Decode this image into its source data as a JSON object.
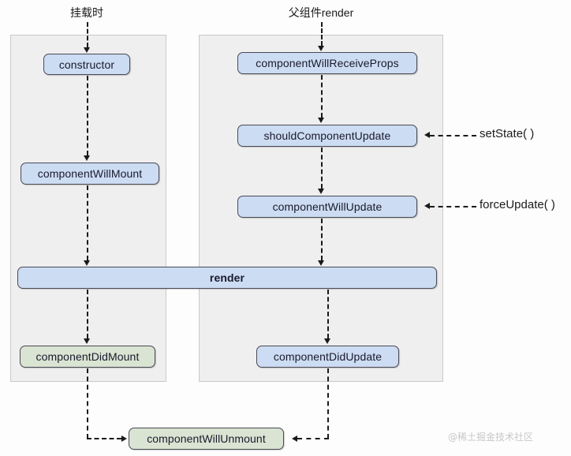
{
  "diagram": {
    "title_mount_phase": "挂载时",
    "title_update_phase": "父组件render",
    "watermark": "@稀土掘金技术社区",
    "colors": {
      "node_blue": "#ccdcf2",
      "node_green": "#d9e4d2",
      "panel_bg": "#efefef",
      "node_border": "#4a4a55",
      "connector": "#1a1a1a",
      "canvas_bg": "#fdfdfd"
    }
  },
  "mount_phase": {
    "caption": "挂载时",
    "nodes": [
      {
        "id": "constructor",
        "label": "constructor",
        "fill": "blue"
      },
      {
        "id": "componentWillMount",
        "label": "componentWillMount",
        "fill": "blue"
      },
      {
        "id": "render",
        "label": "render",
        "fill": "blue"
      },
      {
        "id": "componentDidMount",
        "label": "componentDidMount",
        "fill": "green"
      }
    ]
  },
  "update_phase": {
    "caption": "父组件render",
    "nodes": [
      {
        "id": "componentWillReceiveProps",
        "label": "componentWillReceiveProps",
        "fill": "blue"
      },
      {
        "id": "shouldComponentUpdate",
        "label": "shouldComponentUpdate",
        "fill": "blue"
      },
      {
        "id": "componentWillUpdate",
        "label": "componentWillUpdate",
        "fill": "blue"
      },
      {
        "id": "render",
        "label": "render",
        "fill": "blue"
      },
      {
        "id": "componentDidUpdate",
        "label": "componentDidUpdate",
        "fill": "blue"
      }
    ]
  },
  "shared": {
    "render_label": "render",
    "unmount_label": "componentWillUnmount"
  },
  "triggers": [
    {
      "id": "setState",
      "label": "setState( )",
      "target": "shouldComponentUpdate"
    },
    {
      "id": "forceUpdate",
      "label": "forceUpdate( )",
      "target": "componentWillUpdate"
    }
  ]
}
